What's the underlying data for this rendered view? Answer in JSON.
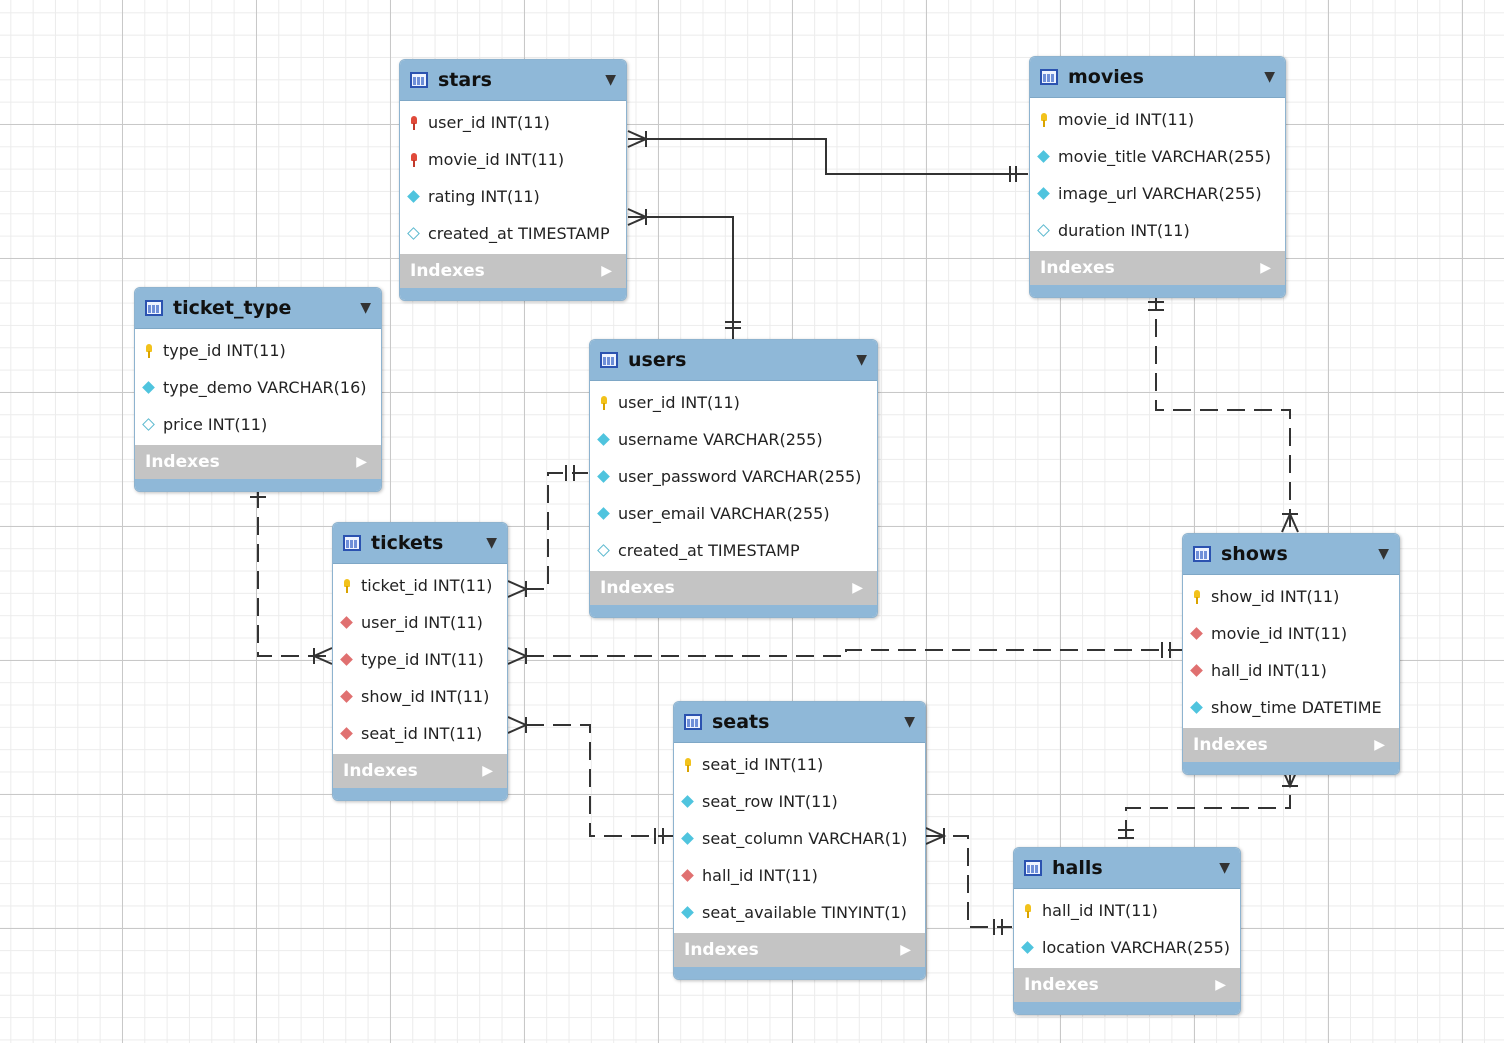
{
  "indexes_label": "Indexes",
  "tables": {
    "stars": {
      "name": "stars",
      "columns": [
        {
          "label": "user_id INT(11)",
          "icon": "foreign-key"
        },
        {
          "label": "movie_id INT(11)",
          "icon": "foreign-key"
        },
        {
          "label": "rating INT(11)",
          "icon": "column-filled"
        },
        {
          "label": "created_at TIMESTAMP",
          "icon": "column-nullable"
        }
      ]
    },
    "movies": {
      "name": "movies",
      "columns": [
        {
          "label": "movie_id INT(11)",
          "icon": "primary-key"
        },
        {
          "label": "movie_title VARCHAR(255)",
          "icon": "column-filled"
        },
        {
          "label": "image_url VARCHAR(255)",
          "icon": "column-filled"
        },
        {
          "label": "duration INT(11)",
          "icon": "column-nullable"
        }
      ]
    },
    "ticket_type": {
      "name": "ticket_type",
      "columns": [
        {
          "label": "type_id INT(11)",
          "icon": "primary-key"
        },
        {
          "label": "type_demo VARCHAR(16)",
          "icon": "column-filled"
        },
        {
          "label": "price INT(11)",
          "icon": "column-nullable"
        }
      ]
    },
    "users": {
      "name": "users",
      "columns": [
        {
          "label": "user_id INT(11)",
          "icon": "primary-key"
        },
        {
          "label": "username VARCHAR(255)",
          "icon": "column-filled"
        },
        {
          "label": "user_password VARCHAR(255)",
          "icon": "column-filled"
        },
        {
          "label": "user_email VARCHAR(255)",
          "icon": "column-filled"
        },
        {
          "label": "created_at TIMESTAMP",
          "icon": "column-nullable"
        }
      ]
    },
    "tickets": {
      "name": "tickets",
      "columns": [
        {
          "label": "ticket_id INT(11)",
          "icon": "primary-key"
        },
        {
          "label": "user_id INT(11)",
          "icon": "foreign-column"
        },
        {
          "label": "type_id INT(11)",
          "icon": "foreign-column"
        },
        {
          "label": "show_id INT(11)",
          "icon": "foreign-column"
        },
        {
          "label": "seat_id INT(11)",
          "icon": "foreign-column"
        }
      ]
    },
    "shows": {
      "name": "shows",
      "columns": [
        {
          "label": "show_id INT(11)",
          "icon": "primary-key"
        },
        {
          "label": "movie_id INT(11)",
          "icon": "foreign-column"
        },
        {
          "label": "hall_id INT(11)",
          "icon": "foreign-column"
        },
        {
          "label": "show_time DATETIME",
          "icon": "column-filled"
        }
      ]
    },
    "seats": {
      "name": "seats",
      "columns": [
        {
          "label": "seat_id INT(11)",
          "icon": "primary-key"
        },
        {
          "label": "seat_row INT(11)",
          "icon": "column-filled"
        },
        {
          "label": "seat_column VARCHAR(1)",
          "icon": "column-filled"
        },
        {
          "label": "hall_id INT(11)",
          "icon": "foreign-column"
        },
        {
          "label": "seat_available TINYINT(1)",
          "icon": "column-filled"
        }
      ]
    },
    "halls": {
      "name": "halls",
      "columns": [
        {
          "label": "hall_id INT(11)",
          "icon": "primary-key"
        },
        {
          "label": "location VARCHAR(255)",
          "icon": "column-filled"
        }
      ]
    }
  }
}
